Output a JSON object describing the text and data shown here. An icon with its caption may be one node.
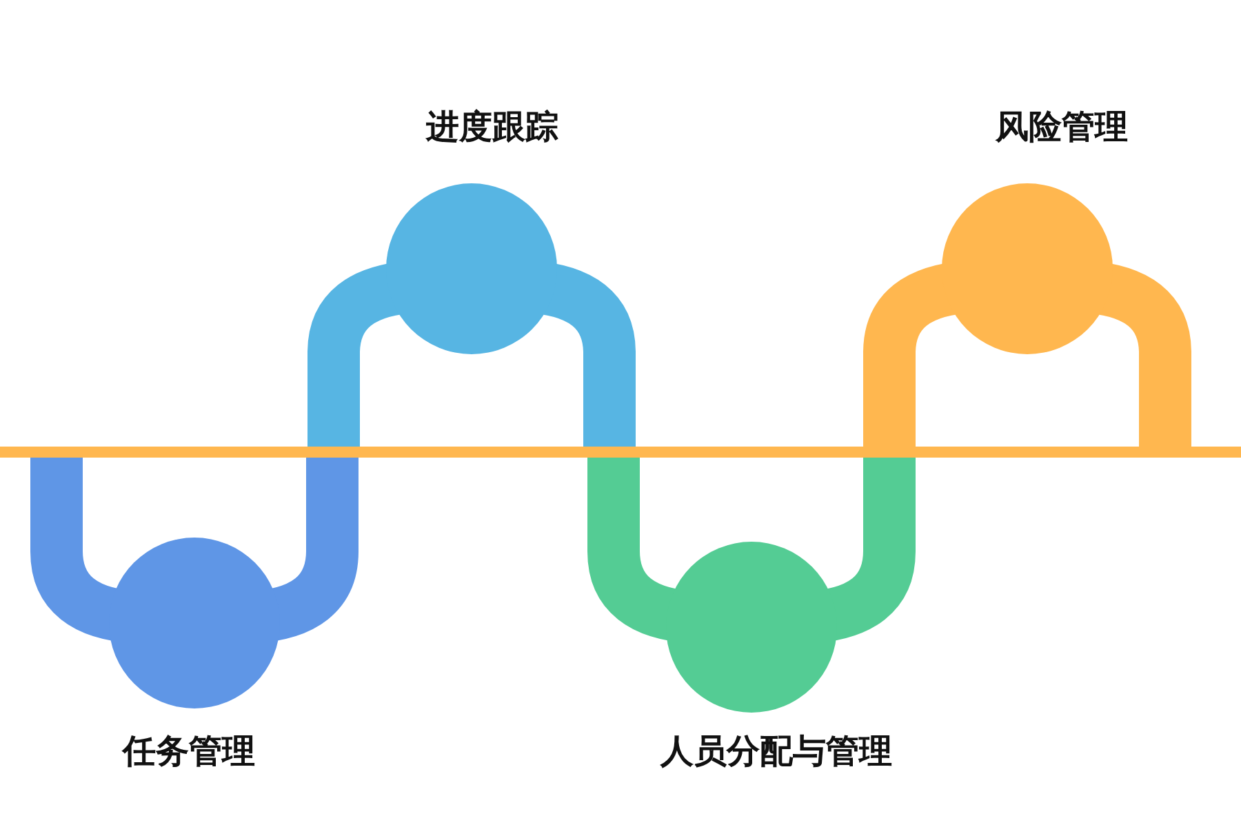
{
  "diagram": {
    "nodes": [
      {
        "text": [
          "任务管理"
        ]
      },
      {
        "text": [
          "进度跟踪"
        ]
      },
      {
        "text": [
          "人员分配与管理"
        ]
      },
      {
        "text": [
          "风险管理"
        ]
      }
    ]
  }
}
